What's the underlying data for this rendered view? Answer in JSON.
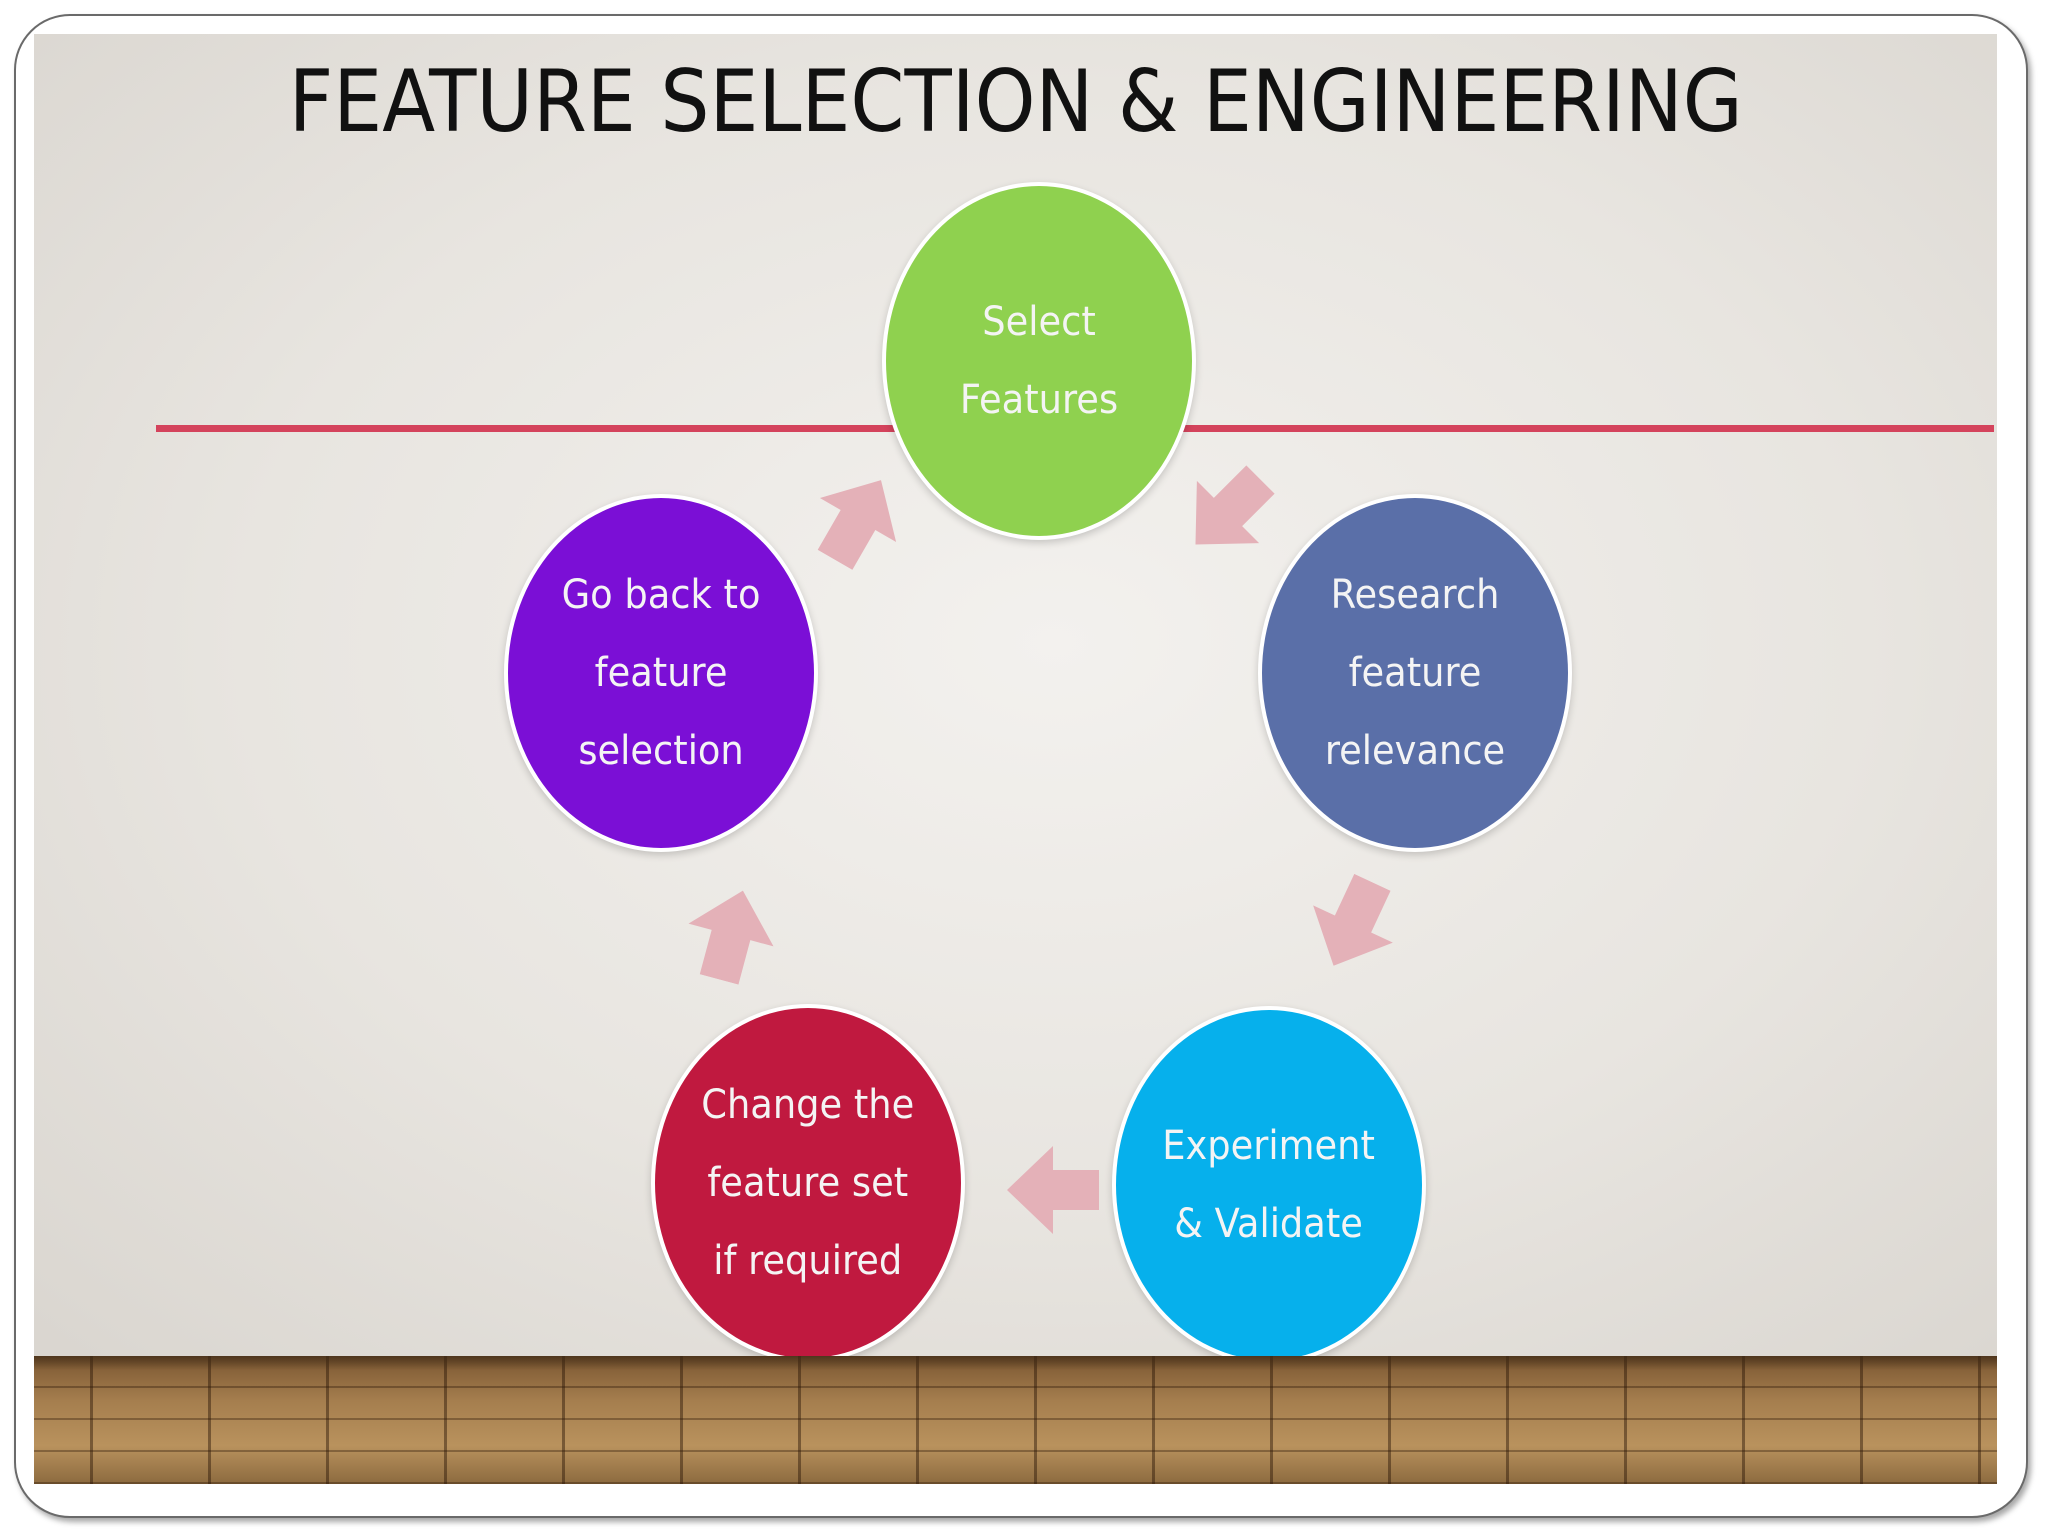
{
  "title": "FEATURE SELECTION & ENGINEERING",
  "nodes": [
    {
      "label": "Select\nFeatures",
      "color": "#8fd14f"
    },
    {
      "label": "Research\nfeature\nrelevance",
      "color": "#5a6fa8"
    },
    {
      "label": "Experiment\n& Validate",
      "color": "#06b0ec"
    },
    {
      "label": "Change the\nfeature set\nif required",
      "color": "#c0193f"
    },
    {
      "label": "Go back to\nfeature\nselection",
      "color": "#7b0fd6"
    }
  ],
  "colors": {
    "divider": "#d4435c",
    "arrow": "#e4b1b8"
  }
}
